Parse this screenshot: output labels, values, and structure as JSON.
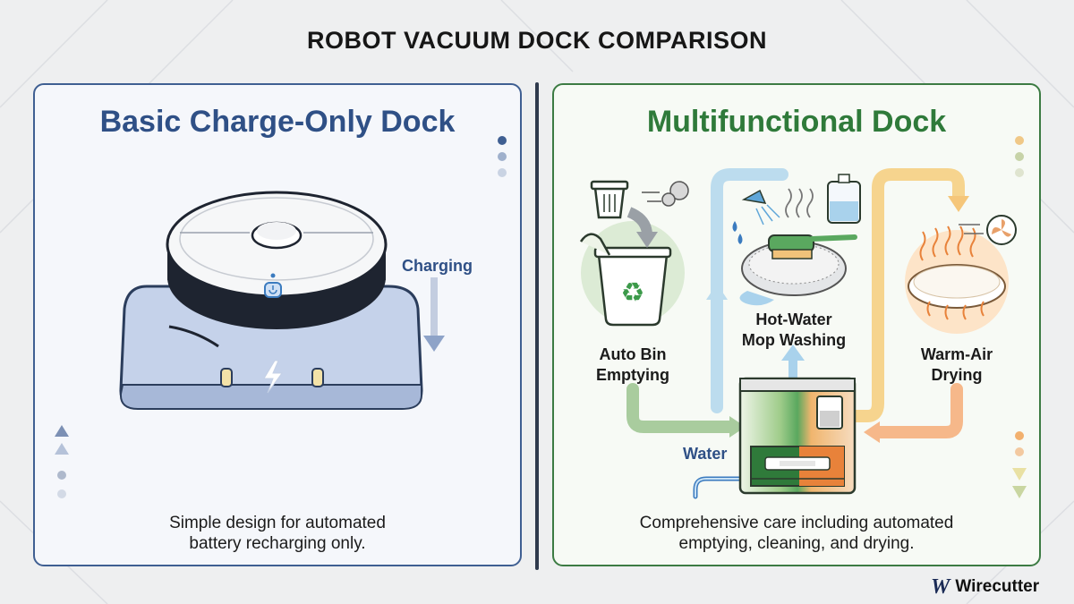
{
  "title": "ROBOT VACUUM DOCK COMPARISON",
  "left_panel": {
    "title": "Basic Charge-Only Dock",
    "charging_label": "Charging",
    "caption_line1": "Simple design for automated",
    "caption_line2": "battery recharging only."
  },
  "right_panel": {
    "title": "Multifunctional Dock",
    "auto_bin_line1": "Auto Bin",
    "auto_bin_line2": "Emptying",
    "mop_line1": "Hot-Water",
    "mop_line2": "Mop Washing",
    "drying_line1": "Warm-Air",
    "drying_line2": "Drying",
    "water_label": "Water",
    "caption_line1": "Comprehensive care including automated",
    "caption_line2": "emptying, cleaning, and drying."
  },
  "brand": {
    "logo_glyph": "W",
    "name": "Wirecutter"
  },
  "colors": {
    "left_accent": "#2f5086",
    "right_accent": "#2f7a3a",
    "orange_accent": "#e8823a",
    "blue_accent": "#3b7bbf"
  }
}
